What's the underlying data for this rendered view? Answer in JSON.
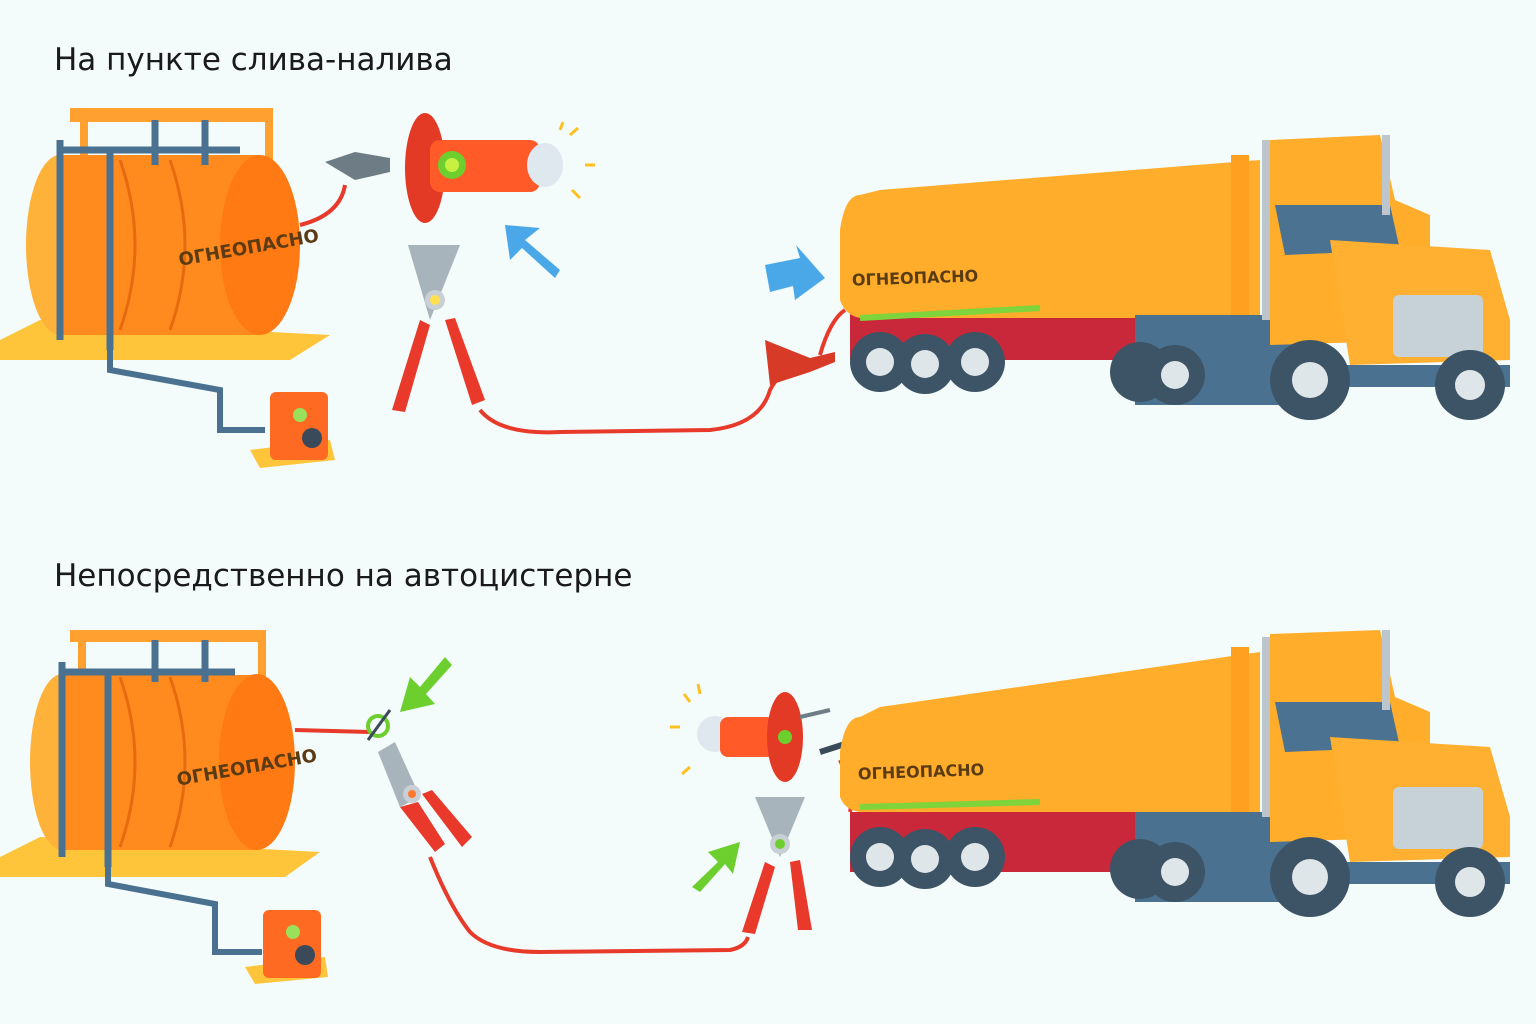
{
  "sections": [
    {
      "title": "На пункте слива-налива",
      "tank_label": "ОГНЕОПАСНО",
      "truck_label": "ОГНЕОПАСНО"
    },
    {
      "title": "Непосредственно на автоцистерне",
      "tank_label": "ОГНЕОПАСНО",
      "truck_label": "ОГНЕОПАСНО"
    }
  ],
  "colors": {
    "background": "#f3fbfb",
    "tank_orange": "#ff8a1e",
    "truck_yellow": "#ffad2a",
    "cable_red": "#e83a2a",
    "arrow_blue": "#4aa8e8",
    "arrow_green": "#6ccf2e",
    "frame_teal": "#4a7290"
  },
  "icons": {
    "top_arrows": "blue-arrow-icon",
    "bottom_arrows": "green-arrow-icon",
    "disconnected_marker": "no-connection-icon"
  }
}
